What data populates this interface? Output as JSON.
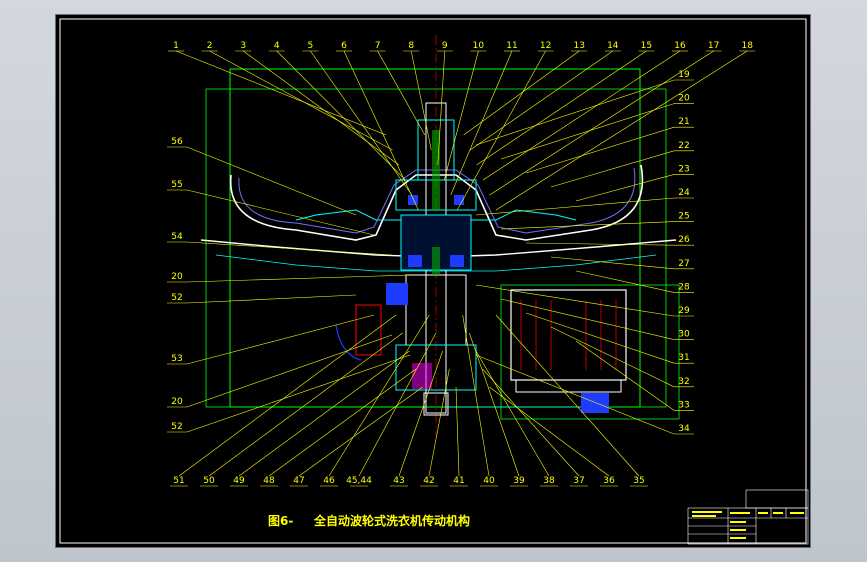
{
  "drawing": {
    "title_prefix": "图6-",
    "title": "全自动波轮式洗衣机传动机构"
  },
  "part_numbers": {
    "top": [
      "1",
      "2",
      "3",
      "4",
      "5",
      "6",
      "7",
      "8",
      "9",
      "10",
      "11",
      "12",
      "13",
      "14",
      "15",
      "16",
      "17",
      "18"
    ],
    "right": [
      "19",
      "20",
      "21",
      "22",
      "23",
      "24",
      "25",
      "26",
      "27",
      "28",
      "29",
      "30",
      "31",
      "32",
      "33",
      "34"
    ],
    "bottom": [
      "51",
      "50",
      "49",
      "48",
      "47",
      "46",
      "45,44",
      "43",
      "42",
      "41",
      "40",
      "39",
      "38",
      "37",
      "36",
      "35"
    ],
    "left": [
      "56",
      "55",
      "54",
      "20",
      "52",
      "53",
      "20",
      "52"
    ]
  },
  "colors": {
    "background": "#000000",
    "frame": "#ffffff",
    "outline_green": "#00ff00",
    "leader_yellow": "#ffff00",
    "part_cyan": "#00ffff",
    "part_blue": "#0000ff",
    "part_white": "#ffffff",
    "part_red": "#ff0000",
    "section_magenta": "#ff00ff"
  }
}
